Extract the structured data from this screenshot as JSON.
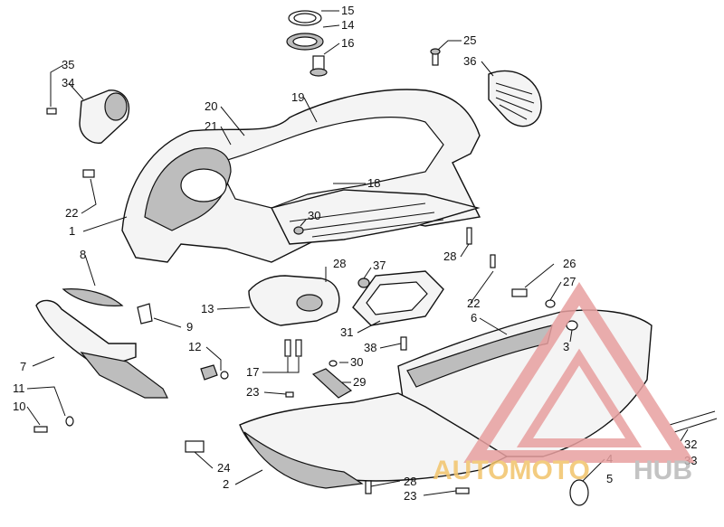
{
  "diagram": {
    "callouts": [
      {
        "id": "c1",
        "text": "1"
      },
      {
        "id": "c2",
        "text": "2"
      },
      {
        "id": "c3",
        "text": "3"
      },
      {
        "id": "c4",
        "text": "4"
      },
      {
        "id": "c5",
        "text": "5"
      },
      {
        "id": "c6",
        "text": "6"
      },
      {
        "id": "c7",
        "text": "7"
      },
      {
        "id": "c8",
        "text": "8"
      },
      {
        "id": "c9",
        "text": "9"
      },
      {
        "id": "c10",
        "text": "10"
      },
      {
        "id": "c11",
        "text": "11"
      },
      {
        "id": "c12",
        "text": "12"
      },
      {
        "id": "c13",
        "text": "13"
      },
      {
        "id": "c14",
        "text": "14"
      },
      {
        "id": "c15",
        "text": "15"
      },
      {
        "id": "c16",
        "text": "16"
      },
      {
        "id": "c17",
        "text": "17"
      },
      {
        "id": "c18",
        "text": "18"
      },
      {
        "id": "c19",
        "text": "19"
      },
      {
        "id": "c20",
        "text": "20"
      },
      {
        "id": "c21",
        "text": "21"
      },
      {
        "id": "c22a",
        "text": "22"
      },
      {
        "id": "c22b",
        "text": "22"
      },
      {
        "id": "c23a",
        "text": "23"
      },
      {
        "id": "c23b",
        "text": "23"
      },
      {
        "id": "c24",
        "text": "24"
      },
      {
        "id": "c25",
        "text": "25"
      },
      {
        "id": "c26",
        "text": "26"
      },
      {
        "id": "c27",
        "text": "27"
      },
      {
        "id": "c28a",
        "text": "28"
      },
      {
        "id": "c28b",
        "text": "28"
      },
      {
        "id": "c28c",
        "text": "28"
      },
      {
        "id": "c29",
        "text": "29"
      },
      {
        "id": "c30a",
        "text": "30"
      },
      {
        "id": "c30b",
        "text": "30"
      },
      {
        "id": "c31",
        "text": "31"
      },
      {
        "id": "c32",
        "text": "32"
      },
      {
        "id": "c33",
        "text": "33"
      },
      {
        "id": "c34",
        "text": "34"
      },
      {
        "id": "c35",
        "text": "35"
      },
      {
        "id": "c36",
        "text": "36"
      },
      {
        "id": "c37",
        "text": "37"
      },
      {
        "id": "c38",
        "text": "38"
      }
    ]
  },
  "watermark": {
    "text_part1": "AUTOMOTO",
    "text_part2": "HUB",
    "color_primary": "#e8a0a0",
    "color_accent": "#f2c46b",
    "color_secondary": "#b9b9b9"
  }
}
